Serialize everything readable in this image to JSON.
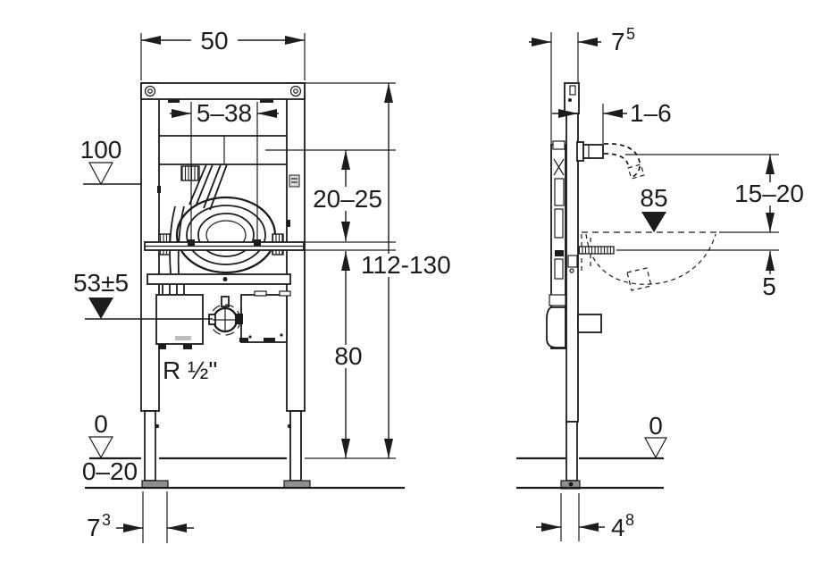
{
  "figure": {
    "type": "installation-dimension-drawing",
    "line_color": "#1c1c1c",
    "foot_color": "#8f8f8f",
    "background": "#ffffff"
  },
  "front_view": {
    "frame_width": "50",
    "tap_offset_range": "5–38",
    "tap_height_datum": "100",
    "tap_to_rail": "20–25",
    "total_height": "112-130",
    "drain_height": "53±5",
    "rail_to_floor": "80",
    "thread_label": "R ½\"",
    "floor_zero": "0",
    "floor_adjust_range": "0–20",
    "foot_width_base": "7",
    "foot_width_sup": "3"
  },
  "side_view": {
    "frame_depth_base": "7",
    "frame_depth_sup": "5",
    "spout_protrusion": "1–6",
    "basin_height_datum": "85",
    "spout_to_basin": "15–20",
    "rim_to_rod": "5",
    "floor_zero": "0",
    "leg_width_base": "4",
    "leg_width_sup": "8"
  }
}
